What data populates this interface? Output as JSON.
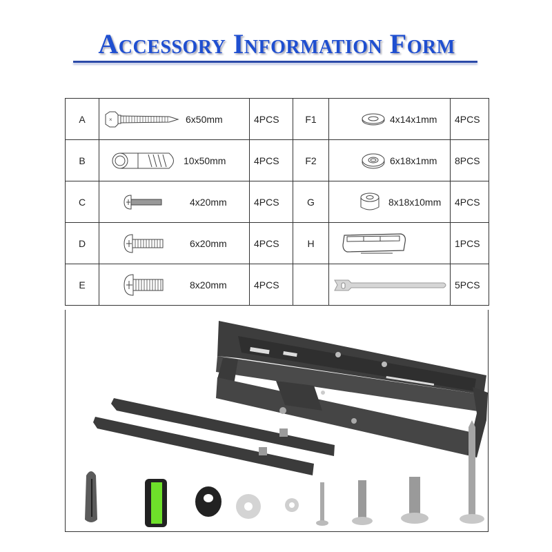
{
  "title": "Accessory Information Form",
  "colors": {
    "title_blue": "#1f4fd0",
    "rule_blue": "#2b4aa8",
    "border": "#333333",
    "bracket_black": "#3a3a3a",
    "level_green": "#6ee02a"
  },
  "table": {
    "rows": [
      {
        "left": {
          "label": "A",
          "icon": "wood-screw-icon",
          "size": "6x50mm",
          "qty": "4PCS"
        },
        "right": {
          "label": "F1",
          "icon": "flat-washer-small-icon",
          "size": "4x14x1mm",
          "qty": "4PCS"
        }
      },
      {
        "left": {
          "label": "B",
          "icon": "wall-anchor-icon",
          "size": "10x50mm",
          "qty": "4PCS"
        },
        "right": {
          "label": "F2",
          "icon": "flat-washer-large-icon",
          "size": "6x18x1mm",
          "qty": "8PCS"
        }
      },
      {
        "left": {
          "label": "C",
          "icon": "machine-screw-m4-icon",
          "size": "4x20mm",
          "qty": "4PCS"
        },
        "right": {
          "label": "G",
          "icon": "spacer-icon",
          "size": "8x18x10mm",
          "qty": "4PCS"
        }
      },
      {
        "left": {
          "label": "D",
          "icon": "machine-screw-m6-icon",
          "size": "6x20mm",
          "qty": "4PCS"
        },
        "right": {
          "label": "H",
          "icon": "bubble-level-icon",
          "size": "",
          "qty": "1PCS"
        }
      },
      {
        "left": {
          "label": "E",
          "icon": "machine-screw-m8-icon",
          "size": "8x20mm",
          "qty": "4PCS"
        },
        "right": {
          "label": "",
          "icon": "cable-tie-icon",
          "size": "",
          "qty": "5PCS"
        }
      }
    ]
  },
  "panel": {
    "items": [
      "tv-mount-bracket",
      "vertical-arm-rail",
      "vertical-arm-rail",
      "wall-anchor",
      "bubble-level",
      "spacer",
      "washer-large",
      "washer-small",
      "screw-m4",
      "screw-m6",
      "screw-m8",
      "wood-screw"
    ]
  }
}
